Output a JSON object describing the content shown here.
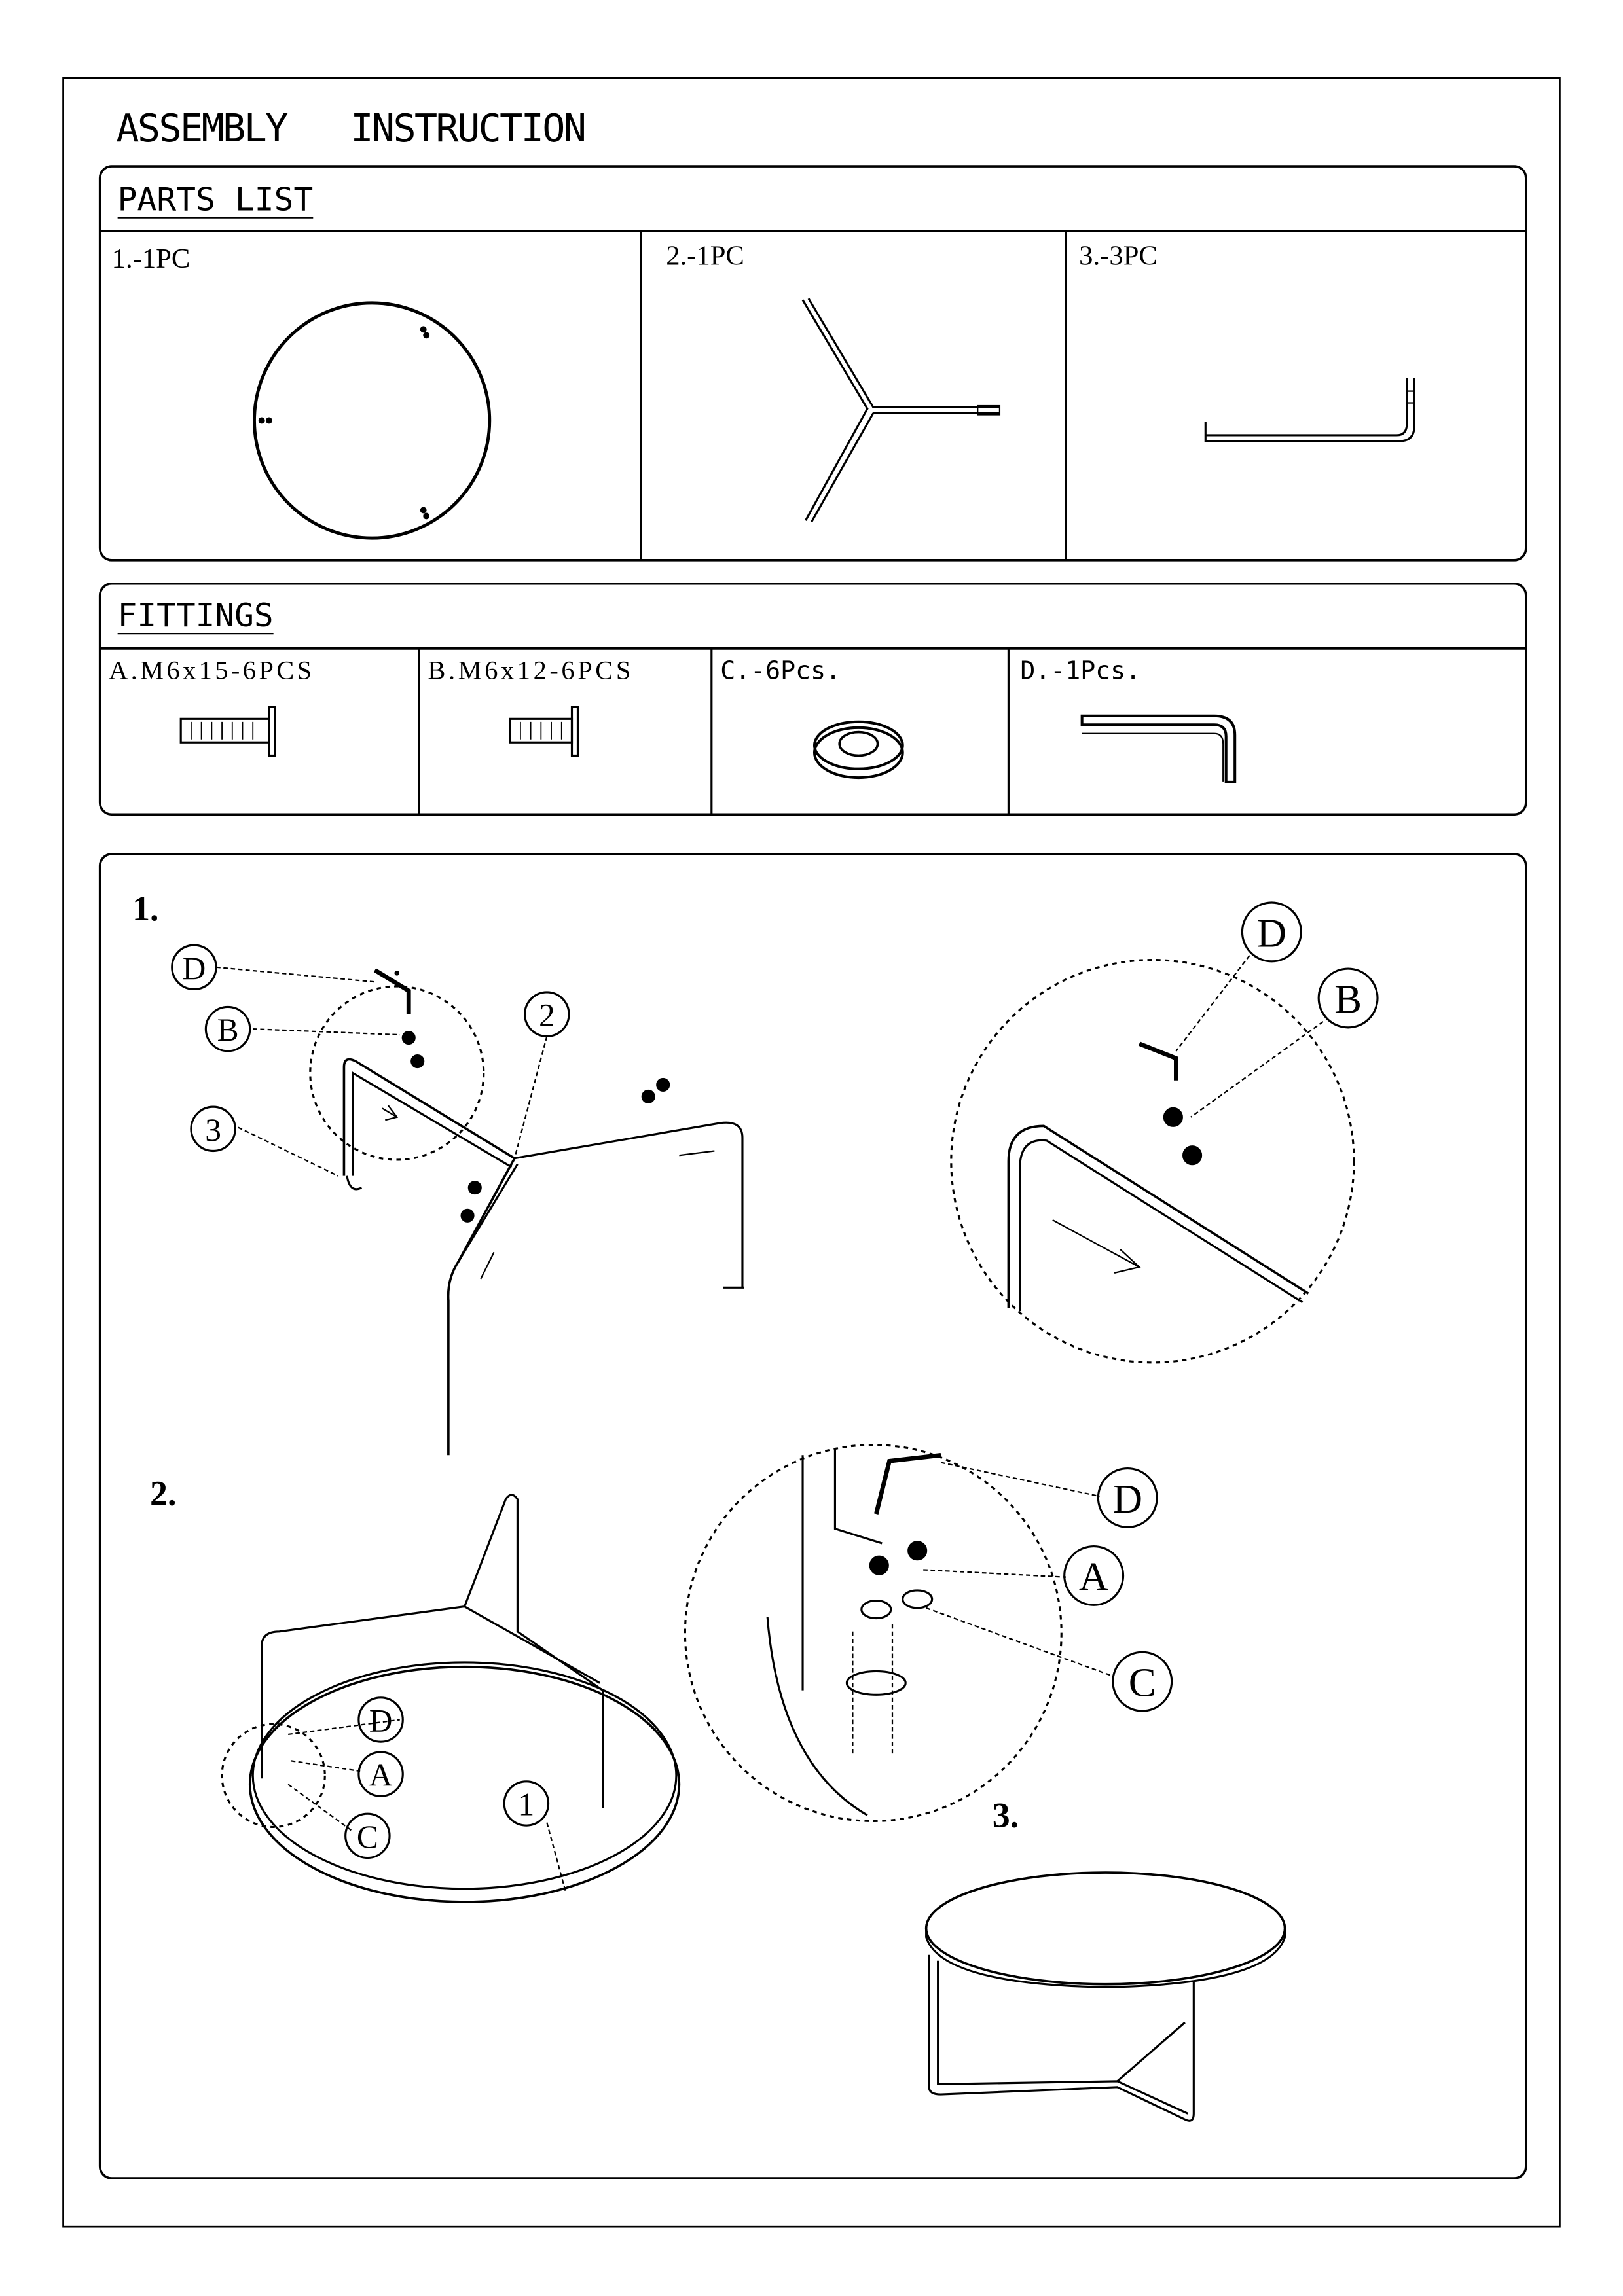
{
  "title": "ASSEMBLY   INSTRUCTION",
  "parts_list": {
    "heading": "PARTS LIST",
    "items": [
      {
        "label": "1.-1PC",
        "icon": "round-tabletop"
      },
      {
        "label": "2.-1PC",
        "icon": "tri-star-base"
      },
      {
        "label": "3.-3PC",
        "icon": "l-shaped-leg"
      }
    ]
  },
  "fittings": {
    "heading": "FITTINGS",
    "items": [
      {
        "label": "A.M6x15-6PCS",
        "icon": "bolt-long"
      },
      {
        "label": "B.M6x12-6PCS",
        "icon": "bolt-short"
      },
      {
        "label": "C.-6Pcs.",
        "icon": "washer"
      },
      {
        "label": "D.-1Pcs.",
        "icon": "allen-key"
      }
    ]
  },
  "steps": {
    "step1": {
      "number": "1.",
      "callouts": [
        "D",
        "B",
        "3",
        "2"
      ],
      "detail_callouts": [
        "D",
        "B"
      ]
    },
    "step2": {
      "number": "2.",
      "callouts": [
        "D",
        "A",
        "C",
        "1"
      ],
      "detail_callouts": [
        "D",
        "A",
        "C"
      ]
    },
    "step3": {
      "number": "3."
    }
  }
}
